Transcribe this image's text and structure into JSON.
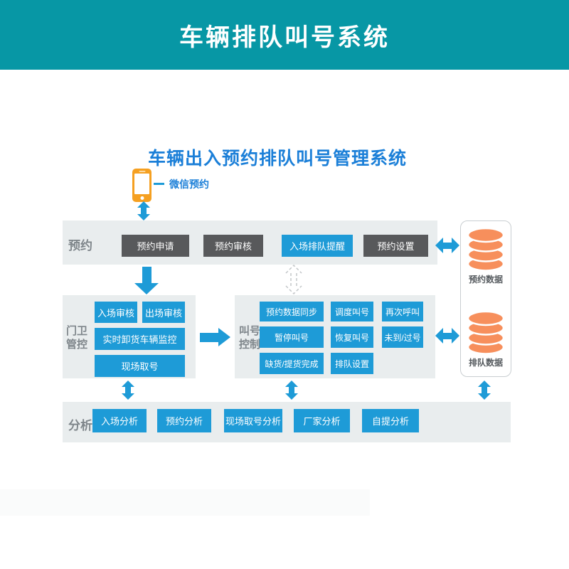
{
  "header": {
    "title": "车辆排队叫号系统"
  },
  "diagram": {
    "title": "车辆出入预约排队叫号管理系统",
    "wechat_label": "微信预约",
    "reservation_row": {
      "label": "预约",
      "buttons": [
        {
          "label": "预约申请",
          "style": "dark"
        },
        {
          "label": "预约审核",
          "style": "dark"
        },
        {
          "label": "入场排队提醒",
          "style": "blue"
        },
        {
          "label": "预约设置",
          "style": "dark"
        }
      ]
    },
    "gate_section": {
      "label_line1": "门卫",
      "label_line2": "管控",
      "buttons": [
        "入场审核",
        "出场审核",
        "实时卸货车辆监控",
        "现场取号"
      ]
    },
    "call_section": {
      "label_line1": "叫号",
      "label_line2": "控制",
      "buttons": [
        "预约数据同步",
        "调度叫号",
        "再次呼叫",
        "暂停叫号",
        "恢复叫号",
        "未到/过号",
        "缺货/提货完成",
        "排队设置"
      ]
    },
    "analysis_row": {
      "label": "分析",
      "buttons": [
        "入场分析",
        "预约分析",
        "现场取号分析",
        "厂家分析",
        "自提分析"
      ]
    },
    "database_panel": {
      "top_db_label": "预约数据",
      "bottom_db_label": "排队数据"
    },
    "colors": {
      "header_teal": "#0797a5",
      "button_blue": "#1e9bd7",
      "button_dark_gray": "#58595b",
      "section_bg": "#e9edee",
      "label_gray": "#7f868b",
      "title_blue": "#1b7fd8",
      "phone_orange": "#f5a021",
      "database_orange": "#f78f5c"
    }
  }
}
